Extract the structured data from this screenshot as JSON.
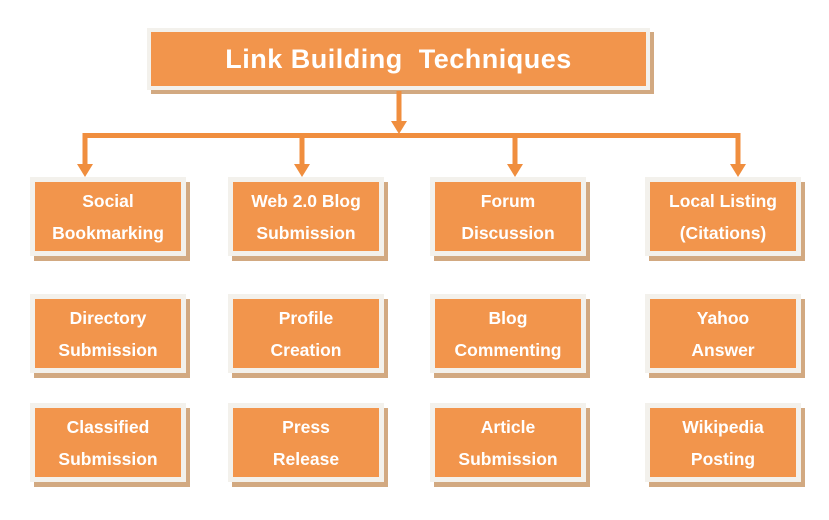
{
  "title": {
    "label": "Link Building  Techniques"
  },
  "boxes": [
    {
      "label": "Social\nBookmarking"
    },
    {
      "label": "Web 2.0 Blog\nSubmission"
    },
    {
      "label": "Forum\nDiscussion"
    },
    {
      "label": "Local Listing\n(Citations)"
    },
    {
      "label": "Directory\nSubmission"
    },
    {
      "label": "Profile\nCreation"
    },
    {
      "label": "Blog\nCommenting"
    },
    {
      "label": "Yahoo\nAnswer"
    },
    {
      "label": "Classified\nSubmission"
    },
    {
      "label": "Press\nRelease"
    },
    {
      "label": "Article\nSubmission"
    },
    {
      "label": "Wikipedia\nPosting"
    }
  ],
  "colors": {
    "node_fill": "#F2954C",
    "node_border": "#F3F1EC",
    "node_shadow": "#D2A981",
    "arrow": "#F08E3E",
    "text_color": "#FFFFFF",
    "page_bg": "#FFFFFF"
  }
}
